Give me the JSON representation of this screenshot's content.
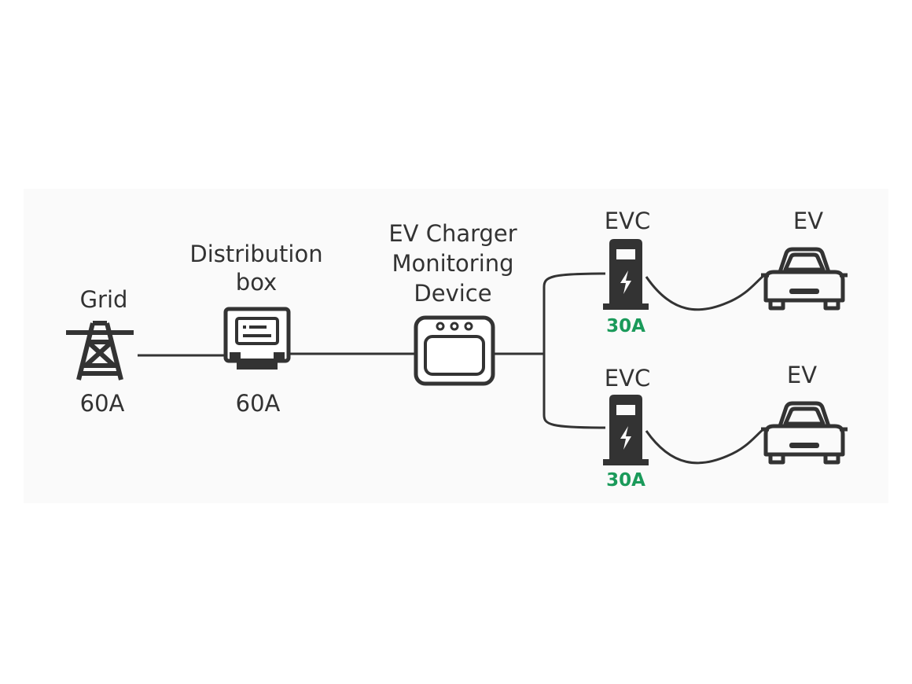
{
  "colors": {
    "ink": "#333333",
    "accent": "#1a9a5a",
    "panel": "#fafafa"
  },
  "nodes": {
    "grid": {
      "label": "Grid",
      "rating": "60A",
      "icon": "power-tower-icon"
    },
    "distribution_box": {
      "label_line1": "Distribution",
      "label_line2": "box",
      "rating": "60A",
      "icon": "distribution-box-icon"
    },
    "monitor": {
      "label_line1": "EV Charger",
      "label_line2": "Monitoring",
      "label_line3": "Device",
      "icon": "monitoring-device-icon"
    },
    "chargers": [
      {
        "label": "EVC",
        "rating": "30A",
        "icon": "ev-charger-icon"
      },
      {
        "label": "EVC",
        "rating": "30A",
        "icon": "ev-charger-icon"
      }
    ],
    "vehicles": [
      {
        "label": "EV",
        "icon": "car-icon"
      },
      {
        "label": "EV",
        "icon": "car-icon"
      }
    ]
  }
}
